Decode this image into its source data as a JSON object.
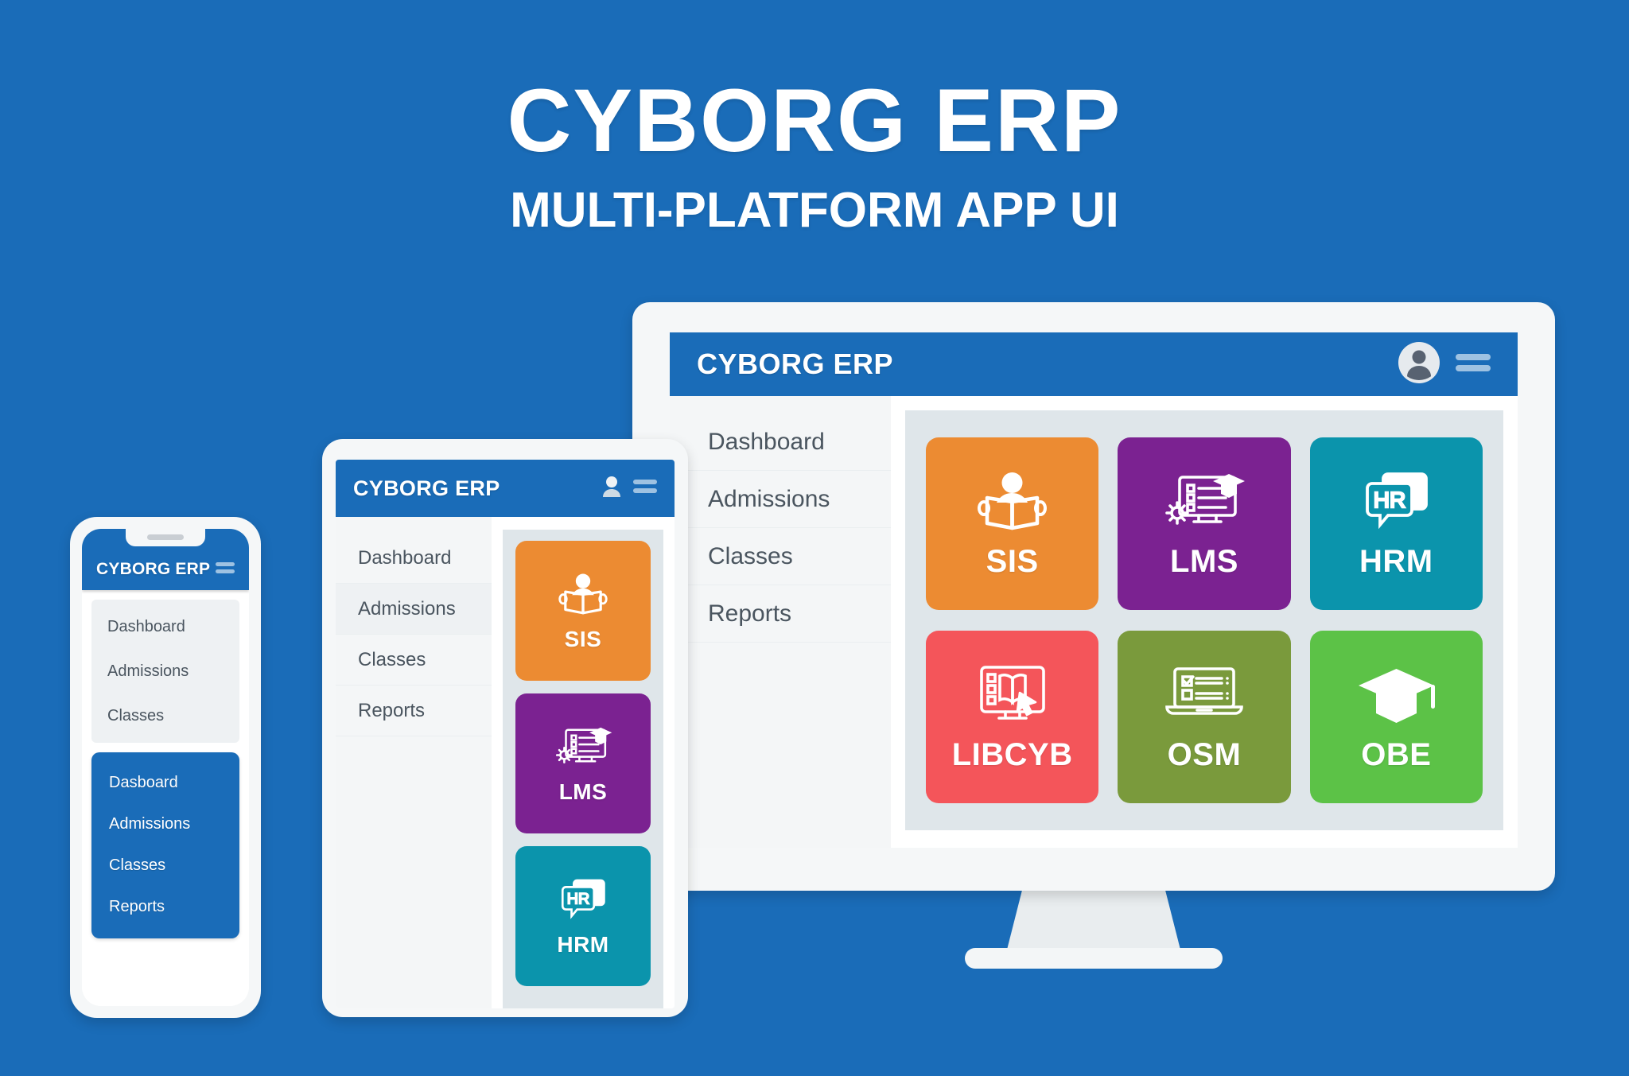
{
  "title": {
    "main": "CYBORG ERP",
    "sub": "MULTI-PLATFORM APP UI"
  },
  "colors": {
    "background": "#1a6cb8",
    "brand_blue": "#1a6cb8",
    "panel_gray": "#dfe6ea",
    "sidebar_gray": "#f4f6f7",
    "nav_text": "#4a555f",
    "tile_sis": "#ec8b32",
    "tile_lms": "#7b2291",
    "tile_hrm": "#0b94ac",
    "tile_libcyb": "#f4555a",
    "tile_osm": "#7a9a3c",
    "tile_obe": "#5cc247"
  },
  "desktop": {
    "topbar": {
      "brand": "CYBORG ERP",
      "avatar_icon": "user-avatar-icon",
      "menu_icon": "hamburger-menu-icon"
    },
    "sidebar": {
      "items": [
        {
          "label": "Dashboard",
          "active": false
        },
        {
          "label": "Admissions",
          "active": false
        },
        {
          "label": "Classes",
          "active": false
        },
        {
          "label": "Reports",
          "active": false
        }
      ]
    },
    "tiles": [
      {
        "label": "SIS",
        "icon": "student-reading-book-icon",
        "color": "#ec8b32"
      },
      {
        "label": "LMS",
        "icon": "monitor-checklist-graduation-cap-icon",
        "color": "#7b2291"
      },
      {
        "label": "HRM",
        "icon": "hr-speech-bubble-icon",
        "color": "#0b94ac"
      },
      {
        "label": "LIBCYB",
        "icon": "monitor-book-cursor-icon",
        "color": "#f4555a"
      },
      {
        "label": "OSM",
        "icon": "laptop-checklist-icon",
        "color": "#7a9a3c"
      },
      {
        "label": "OBE",
        "icon": "graduation-cap-icon",
        "color": "#5cc247"
      }
    ]
  },
  "tablet": {
    "topbar": {
      "brand": "CYBORG ERP",
      "avatar_icon": "user-avatar-icon",
      "menu_icon": "hamburger-menu-icon"
    },
    "sidebar": {
      "items": [
        {
          "label": "Dashboard",
          "active": false
        },
        {
          "label": "Admissions",
          "active": true
        },
        {
          "label": "Classes",
          "active": false
        },
        {
          "label": "Reports",
          "active": false
        }
      ]
    },
    "tiles": [
      {
        "label": "SIS",
        "icon": "student-reading-book-icon",
        "color": "#ec8b32"
      },
      {
        "label": "LMS",
        "icon": "monitor-checklist-graduation-cap-icon",
        "color": "#7b2291"
      },
      {
        "label": "HRM",
        "icon": "hr-speech-bubble-icon",
        "color": "#0b94ac"
      }
    ]
  },
  "phone": {
    "topbar": {
      "brand": "CYBORG ERP",
      "menu_icon": "hamburger-menu-icon"
    },
    "nav_light": {
      "items": [
        {
          "label": "Dashboard"
        },
        {
          "label": "Admissions"
        },
        {
          "label": "Classes"
        }
      ]
    },
    "nav_blue": {
      "items": [
        {
          "label": "Dasboard"
        },
        {
          "label": "Admissions"
        },
        {
          "label": "Classes"
        },
        {
          "label": "Reports"
        }
      ]
    }
  }
}
